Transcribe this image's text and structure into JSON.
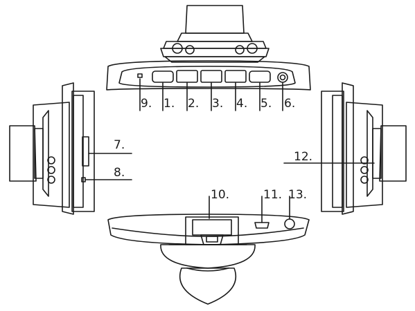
{
  "callouts": [
    {
      "id": "1",
      "text": "1."
    },
    {
      "id": "2",
      "text": "2."
    },
    {
      "id": "3",
      "text": "3."
    },
    {
      "id": "4",
      "text": "4."
    },
    {
      "id": "5",
      "text": "5."
    },
    {
      "id": "6",
      "text": "6."
    },
    {
      "id": "7",
      "text": "7."
    },
    {
      "id": "8",
      "text": "8."
    },
    {
      "id": "9",
      "text": "9."
    },
    {
      "id": "10",
      "text": "10."
    },
    {
      "id": "11",
      "text": "11."
    },
    {
      "id": "12",
      "text": "12."
    },
    {
      "id": "13",
      "text": "13."
    }
  ],
  "colors": {
    "stroke": "#1a1a1a",
    "background": "#ffffff"
  }
}
